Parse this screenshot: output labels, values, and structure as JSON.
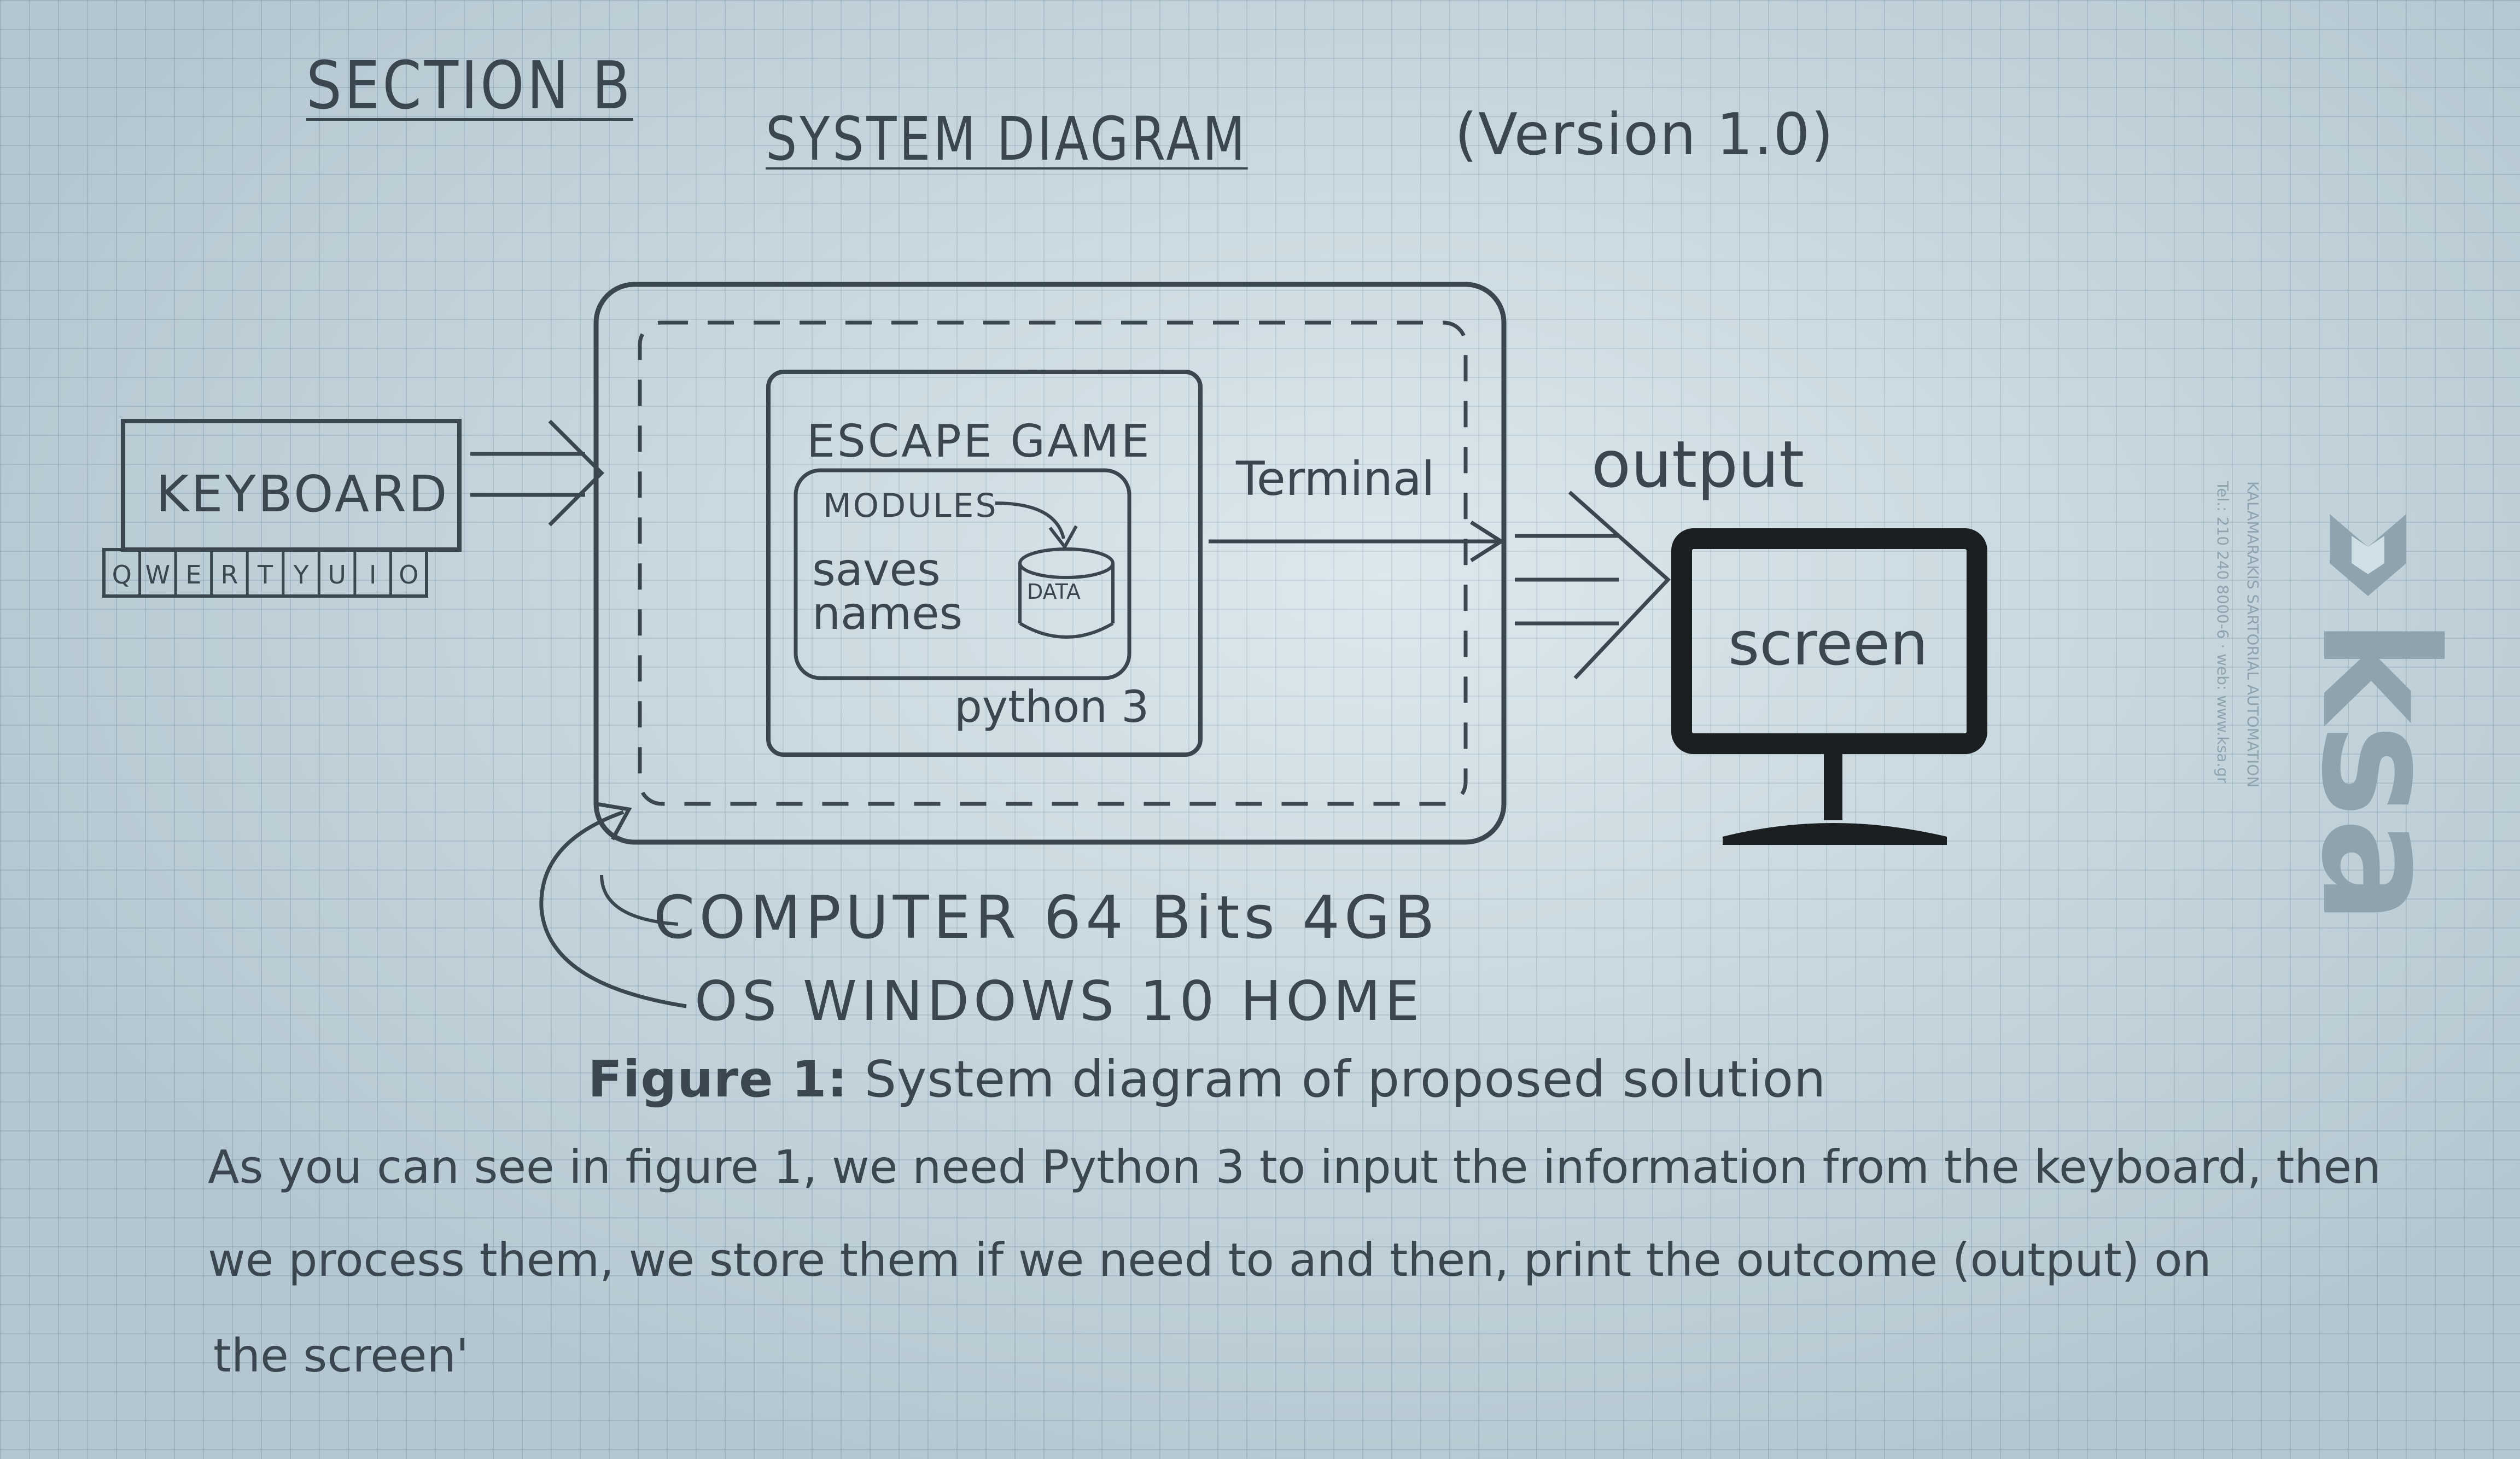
{
  "header": {
    "section": "SECTION B",
    "title": "SYSTEM DIAGRAM",
    "version": "(Version 1.0)"
  },
  "diagram": {
    "keyboard_label": "KEYBOARD",
    "keyboard_keys": [
      "Q",
      "W",
      "E",
      "R",
      "T",
      "Y",
      "U",
      "I",
      "O"
    ],
    "escape_game_label": "ESCAPE GAME",
    "modules_label": "MODULES",
    "saves_label": "saves",
    "names_label": "names",
    "data_label": "DATA",
    "python_label": "python 3",
    "terminal_label": "Terminal",
    "output_label": "output",
    "screen_label": "screen",
    "computer_label": "COMPUTER 64 Bits 4GB",
    "os_label": "OS WINDOWS 10 HOME"
  },
  "caption": {
    "figure_label": "Figure 1:",
    "figure_text": "System diagram of proposed solution"
  },
  "body_text": [
    "As you can see in figure 1, we need Python 3 to input the information from the keyboard, then",
    "we process them, we store them if we need to and then, print the outcome (output) on",
    "the screen'"
  ],
  "logo": {
    "brand": "ksa",
    "line1": "KALAMARAKIS SARTORIAL AUTOMATION",
    "line2": "Tel.: 210 240 8000-6 · web: www.ksa.gr"
  },
  "colors": {
    "paper": "#cfdfe6",
    "ink": "#3a4650",
    "monitor": "#1c1f22",
    "logo": "#8ea3ad"
  }
}
